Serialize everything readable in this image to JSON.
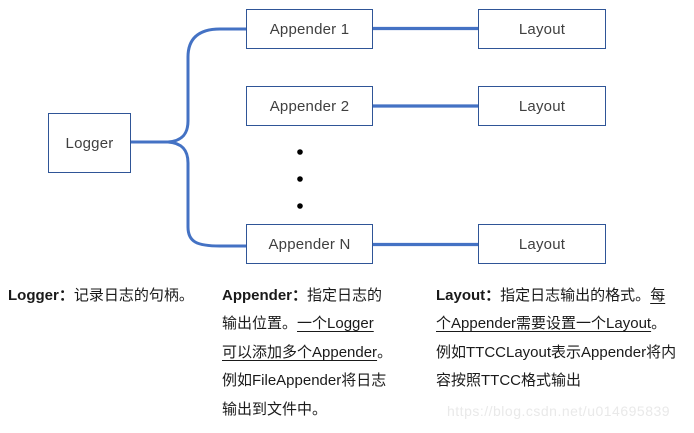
{
  "diagram": {
    "logger": {
      "label": "Logger"
    },
    "rows": [
      {
        "appender_label": "Appender 1",
        "layout_label": "Layout"
      },
      {
        "appender_label": "Appender 2",
        "layout_label": "Layout"
      },
      {
        "appender_label": "Appender N",
        "layout_label": "Layout"
      }
    ],
    "ellipsis_icon": "vertical-dots"
  },
  "colors": {
    "connector_blue": "#4472C4",
    "box_border_blue": "#2F5597"
  },
  "descriptions": [
    {
      "id": "logger-description",
      "lines": [
        [
          {
            "t": "Logger：",
            "b": 1
          },
          {
            "t": "记录日志的句柄。"
          }
        ]
      ]
    },
    {
      "id": "appender-description",
      "lines": [
        [
          {
            "t": "Appender：",
            "b": 1
          },
          {
            "t": "指定日志的"
          }
        ],
        [
          {
            "t": "输出位置。"
          },
          {
            "t": "一个Logger",
            "u": 1
          }
        ],
        [
          {
            "t": "可以添加多个Appender",
            "u": 1
          },
          {
            "t": "。"
          }
        ],
        [
          {
            "t": "例如FileAppender将日志"
          }
        ],
        [
          {
            "t": "输出到文件中。"
          }
        ]
      ]
    },
    {
      "id": "layout-description",
      "lines": [
        [
          {
            "t": "Layout：",
            "b": 1
          },
          {
            "t": "指定日志输出的格式。"
          },
          {
            "t": "每",
            "u": 1
          }
        ],
        [
          {
            "t": "个Appender需要设置一个Layout",
            "u": 1
          },
          {
            "t": "。"
          }
        ],
        [
          {
            "t": "例如TTCCLayout表示Appender将内"
          }
        ],
        [
          {
            "t": "容按照TTCC格式输出"
          }
        ]
      ]
    }
  ],
  "watermark": {
    "text": "https://blog.csdn.net/u014695839"
  }
}
